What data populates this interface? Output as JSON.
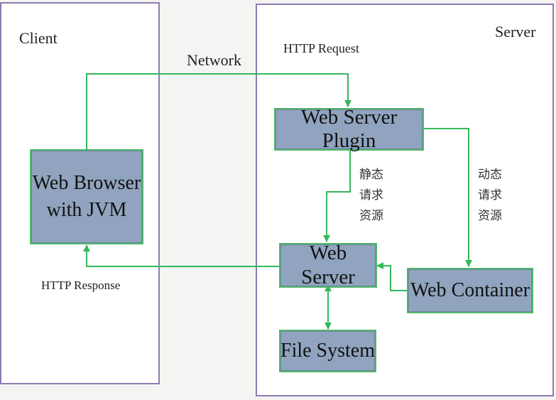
{
  "client": {
    "title": "Client"
  },
  "server": {
    "title": "Server"
  },
  "labels": {
    "network": "Network",
    "http_request": "HTTP Request",
    "http_response": "HTTP Response"
  },
  "nodes": {
    "browser": {
      "line1": "Web Browser",
      "line2": "with JVM"
    },
    "plugin": "Web Server Plugin",
    "web_server": "Web Server",
    "container": "Web Container",
    "file_system": "File System"
  },
  "static_text": [
    "静态",
    "请求",
    "资源"
  ],
  "dynamic_text": [
    "动态",
    "请求",
    "资源"
  ],
  "colors": {
    "arrow": "#35b85a",
    "box_fill": "#90a4bf",
    "frame": "#8e7bb0"
  }
}
